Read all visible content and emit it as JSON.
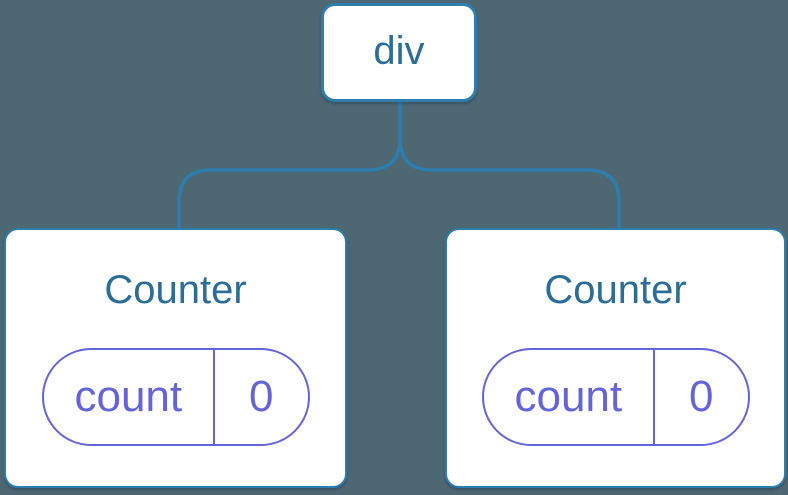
{
  "diagram": {
    "description": "component-tree",
    "root": {
      "label": "div"
    },
    "children": [
      {
        "title": "Counter",
        "state": {
          "key": "count",
          "value": "0"
        }
      },
      {
        "title": "Counter",
        "state": {
          "key": "count",
          "value": "0"
        }
      }
    ]
  },
  "colors": {
    "bg": "#4d6773",
    "line": "#2e7dad",
    "node-bg": "#ffffff",
    "label": "#2b6d96",
    "state": "#6464d6"
  }
}
